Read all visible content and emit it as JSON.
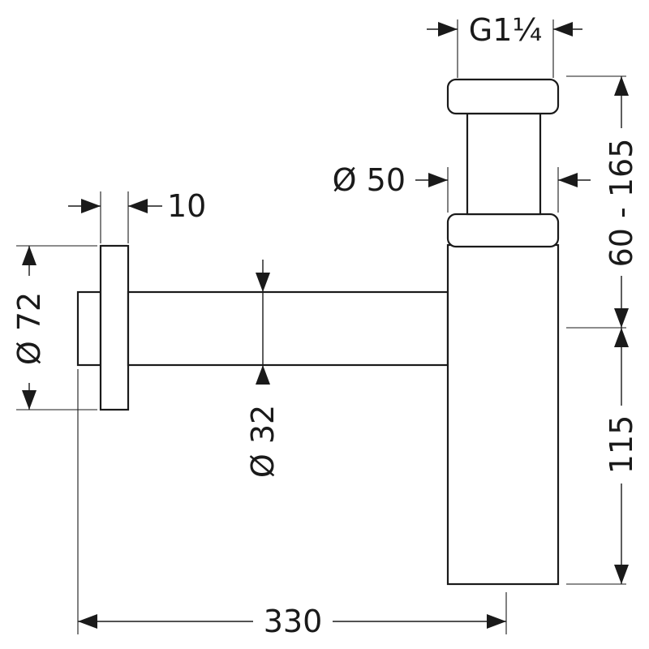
{
  "drawing": {
    "dimensions": {
      "thread": "G1¼",
      "tube_diameter": "Ø 50",
      "flange_thickness": "10",
      "flange_diameter": "Ø 72",
      "pipe_diameter": "Ø 32",
      "wall_distance": "330",
      "height_adjustable": "60 - 165",
      "height_lower": "115"
    }
  }
}
